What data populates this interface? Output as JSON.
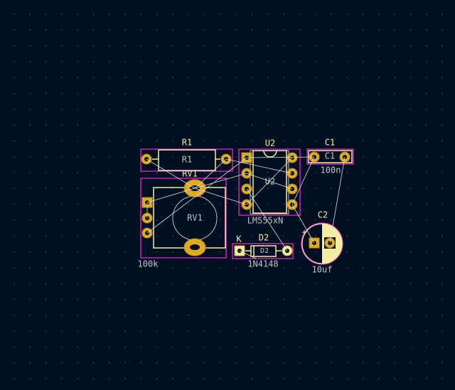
{
  "colors": {
    "background": "#001023",
    "silkscreen": "#f2eda1",
    "fab": "#c2c2c2",
    "courtyard": "#ff26e2",
    "pad": "#e0aa25",
    "ratsnest": "#dcdcdc"
  },
  "footprints": {
    "r1": {
      "ref": "R1",
      "fab_ref": "R1"
    },
    "u2": {
      "ref": "U2",
      "fab_ref": "U2",
      "value": "LM555xN"
    },
    "c1": {
      "ref": "C1",
      "fab_ref": "C1",
      "value": "100n"
    },
    "rv1": {
      "ref": "RV1",
      "fab_ref": "RV1",
      "value": "100k"
    },
    "d2": {
      "ref": "D2",
      "fab_ref": "D2",
      "value": "1N4148",
      "pin_label": "K"
    },
    "c2": {
      "ref": "C2",
      "value": "10uf",
      "polarity": "+"
    }
  }
}
